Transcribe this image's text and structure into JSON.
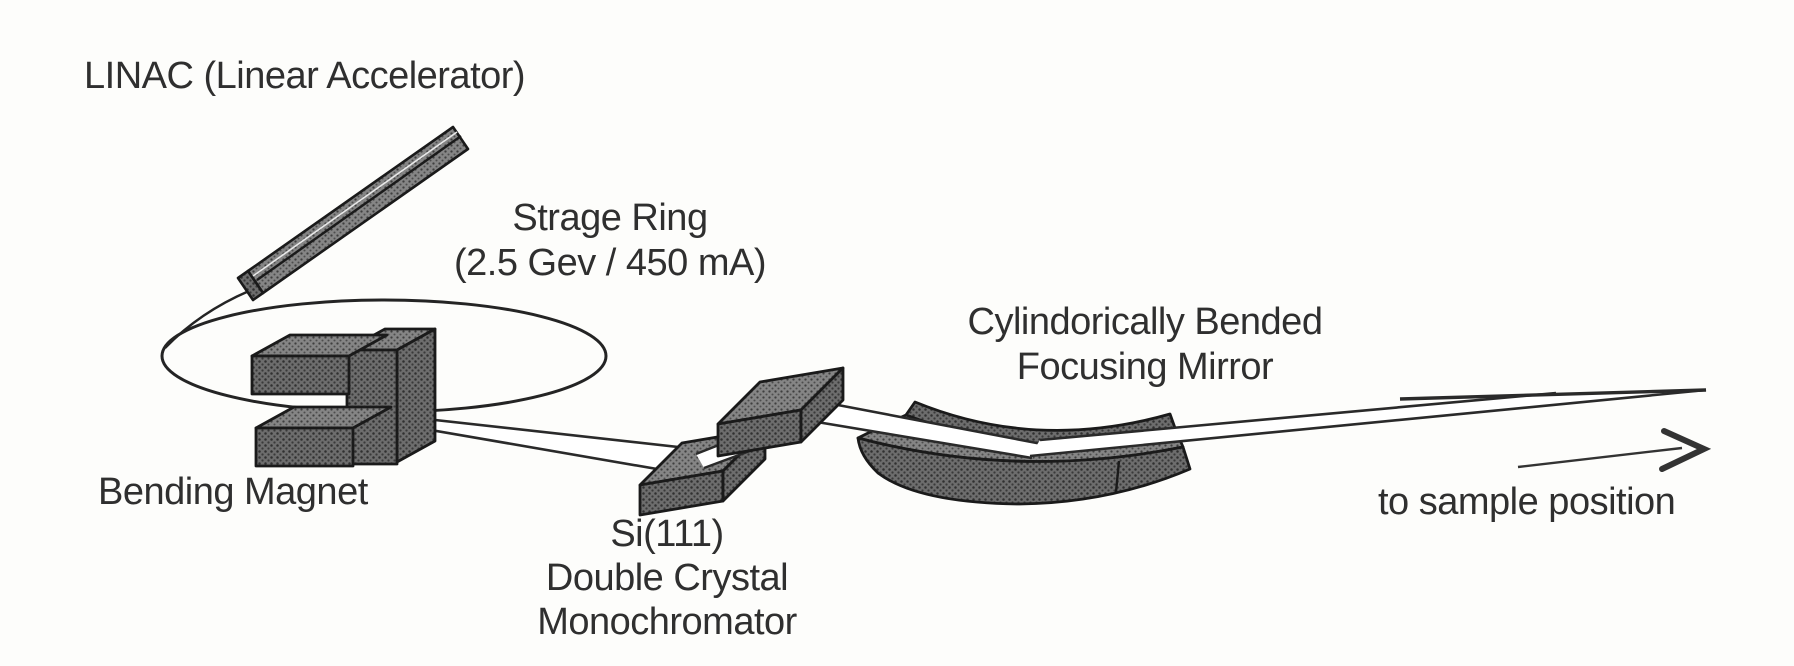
{
  "page": {
    "background": "#fdfdfb",
    "ink": "#2f2f2f"
  },
  "diagram": {
    "labels": {
      "linac": "LINAC (Linear Accelerator)",
      "storage_ring_line1": "Strage Ring",
      "storage_ring_line2": "(2.5 Gev / 450 mA)",
      "bending_magnet": "Bending Magnet",
      "mono_line1": "Si(111)",
      "mono_line2": "Double Crystal",
      "mono_line3": "Monochromator",
      "mirror_line1": "Cylindorically Bended",
      "mirror_line2": "Focusing Mirror",
      "sample": "to sample position"
    },
    "colors": {
      "shape_gray": "#7d7d7d",
      "shape_dark": "#686868",
      "outline": "#1a1a1a",
      "beam_edge": "#2a2a2a"
    }
  }
}
